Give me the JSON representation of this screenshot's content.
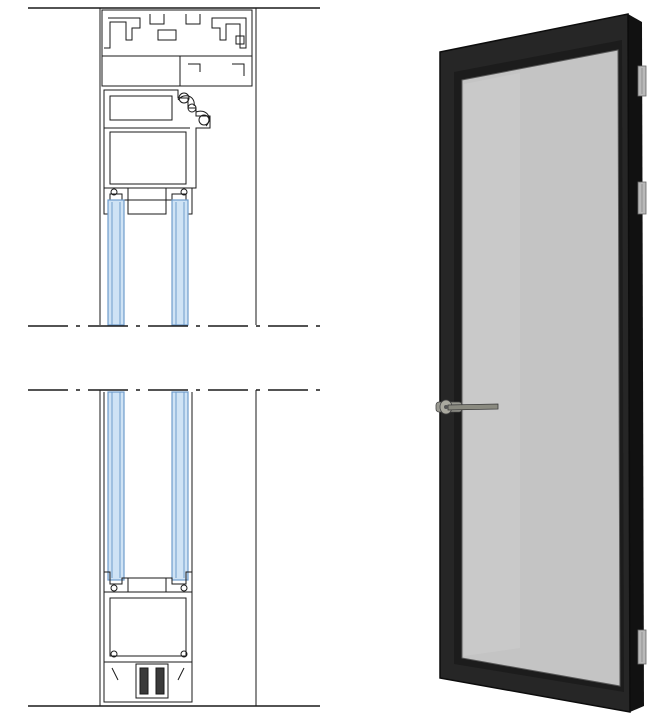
{
  "figure": {
    "panels": [
      {
        "id": "section",
        "kind": "technical-cross-section",
        "glazing": "double"
      },
      {
        "id": "door",
        "kind": "rendered-door-elevation",
        "hinges": 3,
        "handle": "lever"
      }
    ]
  },
  "colors": {
    "line": "#1a1a1a",
    "glass": "#cfe3f5",
    "glass_edge": "#6f9ccc",
    "frame": "#262626",
    "frame_edge": "#0c0c0c",
    "panel_glass": "#c4c4c4",
    "hinge": "#b9b9b9",
    "handle": "#8a8a80"
  }
}
